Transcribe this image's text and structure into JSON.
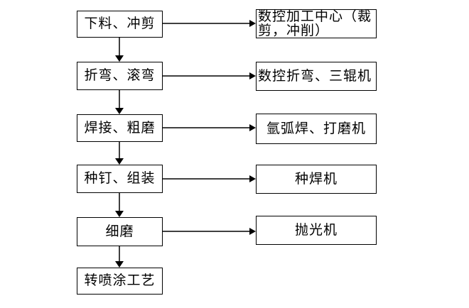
{
  "flowchart": {
    "colors": {
      "background": "#ffffff",
      "border": "#000000",
      "text": "#000000",
      "arrow": "#000000"
    },
    "rows": [
      {
        "step": "下料、冲剪",
        "equipment": "数控加工中心（裁剪，冲削）"
      },
      {
        "step": "折弯、滚弯",
        "equipment": "数控折弯、三辊机"
      },
      {
        "step": "焊接、粗磨",
        "equipment": "氩弧焊、打磨机"
      },
      {
        "step": "种钉、组装",
        "equipment": "种焊机"
      },
      {
        "step": "细磨",
        "equipment": "抛光机"
      },
      {
        "step": "转喷涂工艺",
        "equipment": null
      }
    ]
  }
}
